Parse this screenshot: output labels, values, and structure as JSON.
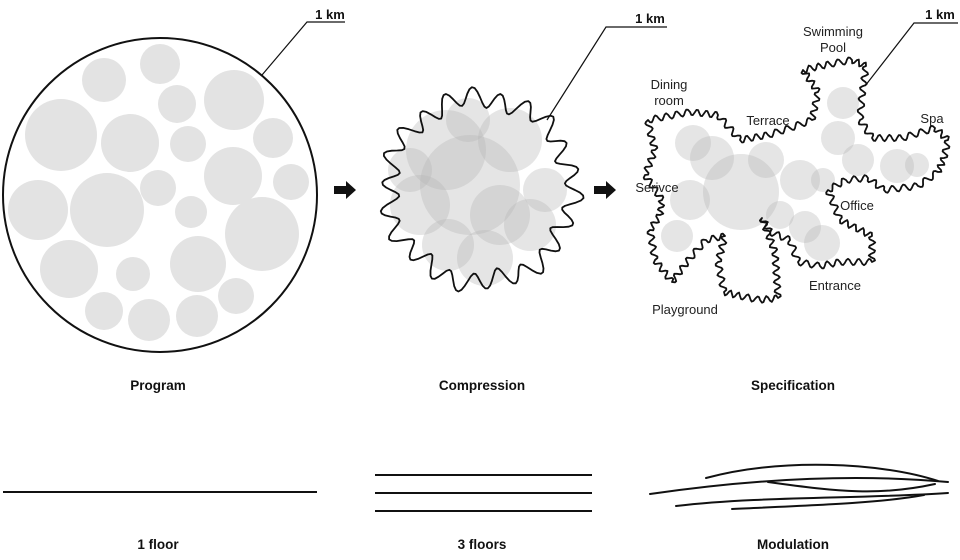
{
  "scale_label": "1 km",
  "rooms": {
    "swimming_pool_1": "Swimming",
    "swimming_pool_2": "Pool",
    "dining_room_1": "Dining",
    "dining_room_2": "room",
    "terrace": "Terrace",
    "spa": "Spa",
    "service": "Serivce",
    "office": "Office",
    "playground": "Playground",
    "entrance": "Entrance"
  },
  "captions": {
    "program": "Program",
    "compression": "Compression",
    "specification": "Specification",
    "one_floor": "1 floor",
    "three_floors": "3 floors",
    "modulation": "Modulation"
  }
}
